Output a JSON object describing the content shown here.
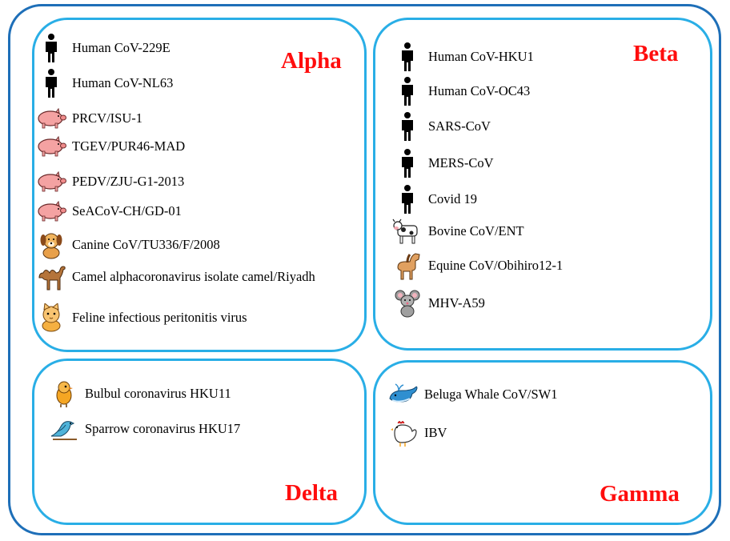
{
  "groups": {
    "alpha": {
      "title": "Alpha",
      "items": [
        {
          "label": "Human CoV-229E",
          "icon": "human-icon"
        },
        {
          "label": "Human CoV-NL63",
          "icon": "human-icon"
        },
        {
          "label": "PRCV/ISU-1",
          "icon": "pig-icon"
        },
        {
          "label": "TGEV/PUR46-MAD",
          "icon": "pig-icon"
        },
        {
          "label": "PEDV/ZJU-G1-2013",
          "icon": "pig-icon"
        },
        {
          "label": "SeACoV-CH/GD-01",
          "icon": "pig-icon"
        },
        {
          "label": "Canine CoV/TU336/F/2008",
          "icon": "dog-icon"
        },
        {
          "label": "Camel alphacoronavirus isolate camel/Riyadh",
          "icon": "camel-icon"
        },
        {
          "label": "Feline infectious peritonitis virus",
          "icon": "cat-icon"
        }
      ]
    },
    "beta": {
      "title": "Beta",
      "items": [
        {
          "label": "Human CoV-HKU1",
          "icon": "human-icon"
        },
        {
          "label": "Human CoV-OC43",
          "icon": "human-icon"
        },
        {
          "label": "SARS-CoV",
          "icon": "human-icon"
        },
        {
          "label": "MERS-CoV",
          "icon": "human-icon"
        },
        {
          "label": "Covid 19",
          "icon": "human-icon"
        },
        {
          "label": "Bovine CoV/ENT",
          "icon": "cow-icon"
        },
        {
          "label": "Equine CoV/Obihiro12-1",
          "icon": "horse-icon"
        },
        {
          "label": "MHV-A59",
          "icon": "mouse-icon"
        }
      ]
    },
    "delta": {
      "title": "Delta",
      "items": [
        {
          "label": "Bulbul coronavirus HKU11",
          "icon": "bulbul-bird-icon"
        },
        {
          "label": "Sparrow coronavirus HKU17",
          "icon": "sparrow-bird-icon"
        }
      ]
    },
    "gamma": {
      "title": "Gamma",
      "items": [
        {
          "label": "Beluga Whale CoV/SW1",
          "icon": "whale-icon"
        },
        {
          "label": "IBV",
          "icon": "chicken-icon"
        }
      ]
    }
  },
  "colors": {
    "outer_border": "#1e6fb8",
    "group_border": "#29aee6",
    "group_title": "#ff0d0d"
  }
}
